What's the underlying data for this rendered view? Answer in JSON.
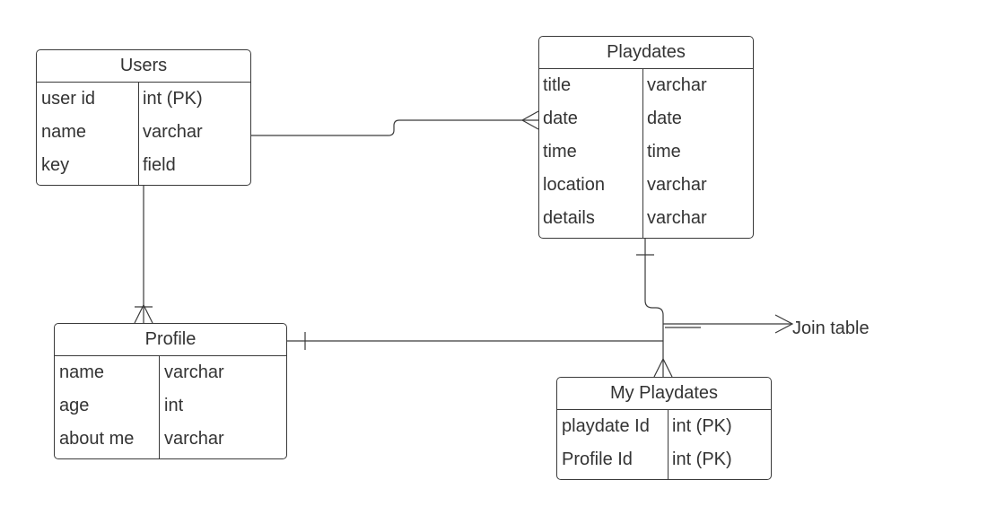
{
  "entities": {
    "users": {
      "title": "Users",
      "fields": [
        {
          "name": "user id",
          "type": "int (PK)"
        },
        {
          "name": "name",
          "type": "varchar"
        },
        {
          "name": "key",
          "type": "field"
        }
      ]
    },
    "playdates": {
      "title": "Playdates",
      "fields": [
        {
          "name": "title",
          "type": "varchar"
        },
        {
          "name": "date",
          "type": "date"
        },
        {
          "name": "time",
          "type": "time"
        },
        {
          "name": "location",
          "type": "varchar"
        },
        {
          "name": "details",
          "type": "varchar"
        }
      ]
    },
    "profile": {
      "title": "Profile",
      "fields": [
        {
          "name": "name",
          "type": "varchar"
        },
        {
          "name": "age",
          "type": "int"
        },
        {
          "name": "about me",
          "type": "varchar"
        }
      ]
    },
    "my_playdates": {
      "title": "My Playdates",
      "fields": [
        {
          "name": "playdate Id",
          "type": "int (PK)"
        },
        {
          "name": "Profile Id",
          "type": "int (PK)"
        }
      ]
    }
  },
  "annotations": {
    "join_table": "Join table"
  }
}
